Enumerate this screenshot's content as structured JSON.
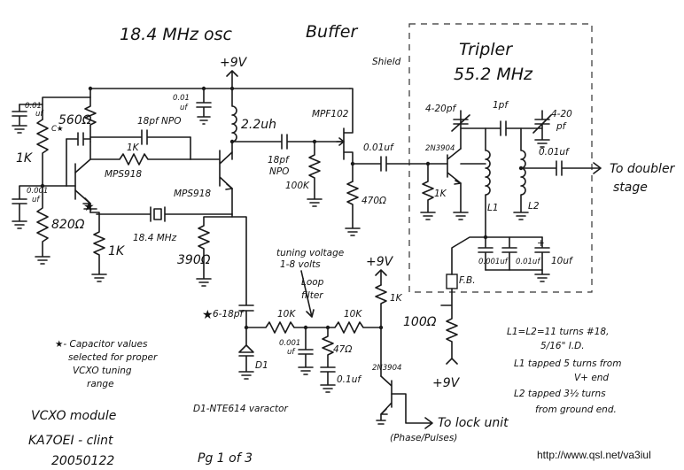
{
  "titles": {
    "osc": "18.4 MHz osc",
    "buffer": "Buffer",
    "shield": "Shield",
    "tripler_1": "Tripler",
    "tripler_2": "55.2 MHz"
  },
  "rails": {
    "vplus_top": "+9V",
    "vplus_mid": "+9V",
    "vplus_bottom": "+9V"
  },
  "components": {
    "c_001_left": "0.01",
    "c_001_left_unit": "uf",
    "r_1k_left": "1K",
    "c_0001": "0.001",
    "c_0001_unit": "uf",
    "r_560": "560Ω",
    "c_star": "C★",
    "c_18pf_npo_top": "18pf NPO",
    "r_1k_mid": "1K",
    "q_mps918_1": "MPS918",
    "c_001_top": "0.01",
    "c_001_top_unit": "uf",
    "l_22uh": "2.2uh",
    "q_mps918_2": "MPS918",
    "r_820": "820Ω",
    "r_1k_emitter": "1K",
    "xtal": "18.4 MHz",
    "r_390": "390Ω",
    "c_18pf_npo_buf_1": "18pf",
    "c_18pf_npo_buf_2": "NPO",
    "r_100k": "100K",
    "q_mpf102": "MPF102",
    "c_001uf_buf": "0.01uf",
    "r_470_buf": "470Ω",
    "c_4_20_left": "4-20pf",
    "c_1pf": "1pf",
    "c_4_20_right_1": "4-20",
    "c_4_20_right_2": "pf",
    "c_001uf_out": "0.01uf",
    "q_2n3904_trip": "2N3904",
    "r_1k_trip": "1K",
    "l1": "L1",
    "l2": "L2",
    "c_001_bypass": "0.001uf",
    "c_001_bypass2": "0.01uf",
    "c_10uf": "10uf",
    "fb": "F.B.",
    "r_100": "100Ω",
    "c_6_18": "6-18pf",
    "r_10k_1": "10K",
    "r_10k_2": "10K",
    "r_1k_loop": "1K",
    "c_0001_loop": "0.001",
    "c_0001_loop_unit": "uf",
    "r_47": "47Ω",
    "c_01uf_loop": "0.1uf",
    "d1": "D1",
    "q_2n3904_lock": "2N3904"
  },
  "annotations": {
    "to_doubler_1": "To doubler",
    "to_doubler_2": "stage",
    "tuning_1": "tuning voltage",
    "tuning_2": "1-8 volts",
    "loop_1": "Loop",
    "loop_2": "filter",
    "cap_note_1": "★- Capacitor values",
    "cap_note_2": "selected for proper",
    "cap_note_3": "VCXO tuning",
    "cap_note_4": "range",
    "varactor": "D1-NTE614 varactor",
    "to_lock": "To lock unit",
    "phase": "(Phase/Pulses)",
    "coil_1": "L1=L2=11 turns #18,",
    "coil_2": "5/16\" I.D.",
    "coil_3": "L1 tapped 5 turns from",
    "coil_4": "V+ end",
    "coil_5": "L2 tapped 3½ turns",
    "coil_6": "from ground end."
  },
  "footer": {
    "module": "VCXO module",
    "callsign": "KA7OEI - clint",
    "date": "20050122",
    "page": "Pg 1 of 3",
    "url": "http://www.qsl.net/va3iul"
  }
}
